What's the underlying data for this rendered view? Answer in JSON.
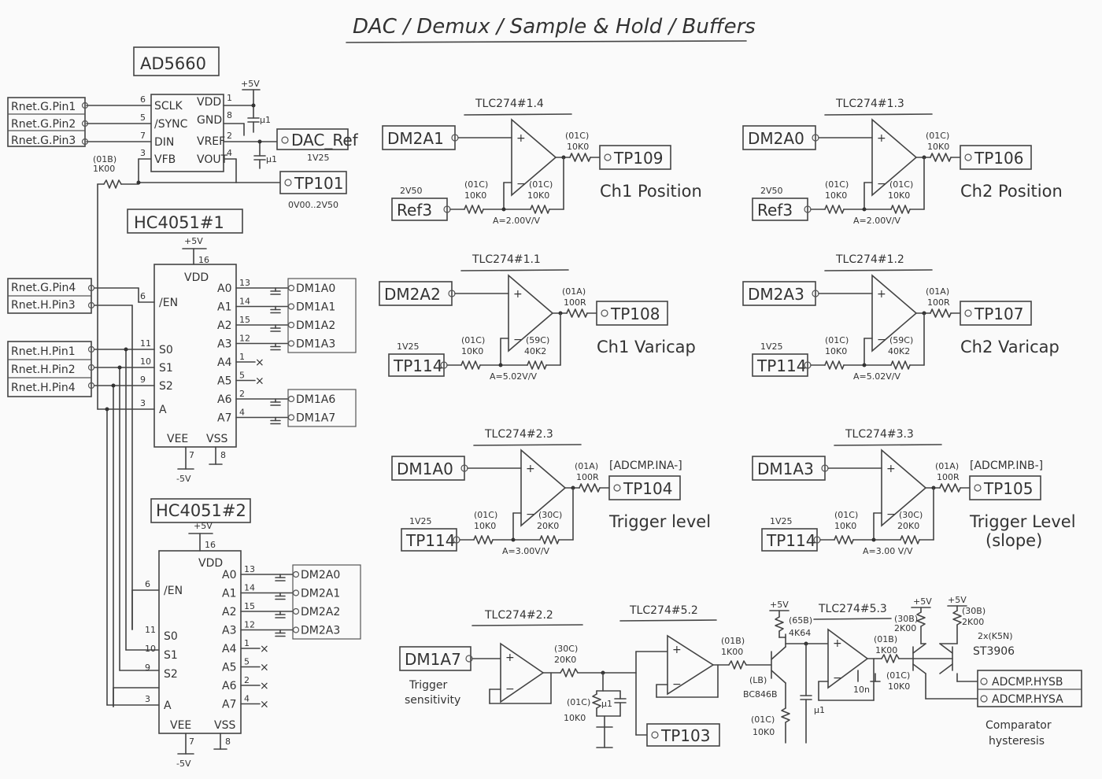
{
  "title": "DAC / Demux / Sample & Hold / Buffers",
  "dac": {
    "name": "AD5660",
    "pins_left": [
      {
        "num": "6",
        "name": "SCLK"
      },
      {
        "num": "5",
        "name": "/SYNC"
      },
      {
        "num": "7",
        "name": "DIN"
      },
      {
        "num": "3",
        "name": "VFB"
      }
    ],
    "pins_right": [
      {
        "num": "1",
        "name": "VDD"
      },
      {
        "num": "8",
        "name": "GND"
      },
      {
        "num": "2",
        "name": "VREF"
      },
      {
        "num": "4",
        "name": "VOUT"
      }
    ],
    "inputs": [
      "Rnet.G.Pin1",
      "Rnet.G.Pin2",
      "Rnet.G.Pin3"
    ],
    "supply": "+5V",
    "cap": "µ1",
    "ref_label": "DAC_Ref",
    "ref_voltage": "1V25",
    "out_tp": "TP101",
    "out_range": "0V00..2V50",
    "fb_res_code": "(01B)",
    "fb_res_value": "1K00"
  },
  "mux1": {
    "name": "HC4051#1",
    "supply": "+5V",
    "vdd_pin": "16",
    "vdd": "VDD",
    "vee": "VEE",
    "vss": "VSS",
    "vee_pin": "7",
    "vss_pin": "8",
    "neg": "-5V",
    "left_pins": [
      {
        "num": "6",
        "name": "/EN"
      },
      {
        "num": "11",
        "name": "S0"
      },
      {
        "num": "10",
        "name": "S1"
      },
      {
        "num": "9",
        "name": "S2"
      },
      {
        "num": "3",
        "name": "A"
      }
    ],
    "right_pins": [
      {
        "num": "13",
        "name": "A0",
        "out": "DM1A0"
      },
      {
        "num": "14",
        "name": "A1",
        "out": "DM1A1"
      },
      {
        "num": "15",
        "name": "A2",
        "out": "DM1A2"
      },
      {
        "num": "12",
        "name": "A3",
        "out": "DM1A3"
      },
      {
        "num": "1",
        "name": "A4",
        "out": "x"
      },
      {
        "num": "5",
        "name": "A5",
        "out": "x"
      },
      {
        "num": "2",
        "name": "A6",
        "out": "DM1A6"
      },
      {
        "num": "4",
        "name": "A7",
        "out": "DM1A7"
      }
    ],
    "inputs": [
      "Rnet.G.Pin4",
      "Rnet.H.Pin3",
      "Rnet.H.Pin1",
      "Rnet.H.Pin2",
      "Rnet.H.Pin4"
    ]
  },
  "mux2": {
    "name": "HC4051#2",
    "supply": "+5V",
    "vdd_pin": "16",
    "vdd": "VDD",
    "vee": "VEE",
    "vss": "VSS",
    "vee_pin": "7",
    "vss_pin": "8",
    "neg": "-5V",
    "left_pins": [
      {
        "num": "6",
        "name": "/EN"
      },
      {
        "num": "11",
        "name": "S0"
      },
      {
        "num": "10",
        "name": "S1"
      },
      {
        "num": "9",
        "name": "S2"
      },
      {
        "num": "3",
        "name": "A"
      }
    ],
    "right_pins": [
      {
        "num": "13",
        "name": "A0",
        "out": "DM2A0"
      },
      {
        "num": "14",
        "name": "A1",
        "out": "DM2A1"
      },
      {
        "num": "15",
        "name": "A2",
        "out": "DM2A2"
      },
      {
        "num": "12",
        "name": "A3",
        "out": "DM2A3"
      },
      {
        "num": "1",
        "name": "A4",
        "out": "x"
      },
      {
        "num": "5",
        "name": "A5",
        "out": "x"
      },
      {
        "num": "2",
        "name": "A6",
        "out": "x"
      },
      {
        "num": "4",
        "name": "A7",
        "out": "x"
      }
    ]
  },
  "amps": [
    {
      "id": "a14",
      "name": "TLC274#1.4",
      "input": "DM2A1",
      "ref": "Ref3",
      "ref_v": "2V50",
      "r_in_code": "(01C)",
      "r_in_val": "10K0",
      "r_fb_code": "(01C)",
      "r_fb_val": "10K0",
      "gain": "A=2.00V/V",
      "r_out_code": "(01C)",
      "r_out_val": "10K0",
      "tp": "TP109",
      "desc": "Ch1 Position",
      "desc2": ""
    },
    {
      "id": "a13",
      "name": "TLC274#1.3",
      "input": "DM2A0",
      "ref": "Ref3",
      "ref_v": "2V50",
      "r_in_code": "(01C)",
      "r_in_val": "10K0",
      "r_fb_code": "(01C)",
      "r_fb_val": "10K0",
      "gain": "A=2.00V/V",
      "r_out_code": "(01C)",
      "r_out_val": "10K0",
      "tp": "TP106",
      "desc": "Ch2 Position",
      "desc2": ""
    },
    {
      "id": "a11",
      "name": "TLC274#1.1",
      "input": "DM2A2",
      "ref": "TP114",
      "ref_v": "1V25",
      "r_in_code": "(01C)",
      "r_in_val": "10K0",
      "r_fb_code": "(59C)",
      "r_fb_val": "40K2",
      "gain": "A=5.02V/V",
      "r_out_code": "(01A)",
      "r_out_val": "100R",
      "tp": "TP108",
      "desc": "Ch1 Varicap",
      "desc2": ""
    },
    {
      "id": "a12",
      "name": "TLC274#1.2",
      "input": "DM2A3",
      "ref": "TP114",
      "ref_v": "1V25",
      "r_in_code": "(01C)",
      "r_in_val": "10K0",
      "r_fb_code": "(59C)",
      "r_fb_val": "40K2",
      "gain": "A=5.02V/V",
      "r_out_code": "(01A)",
      "r_out_val": "100R",
      "tp": "TP107",
      "desc": "Ch2 Varicap",
      "desc2": ""
    },
    {
      "id": "a23",
      "name": "TLC274#2.3",
      "input": "DM1A0",
      "ref": "TP114",
      "ref_v": "1V25",
      "r_in_code": "(01C)",
      "r_in_val": "10K0",
      "r_fb_code": "(30C)",
      "r_fb_val": "20K0",
      "gain": "A=3.00V/V",
      "r_out_code": "(01A)",
      "r_out_val": "100R",
      "tp": "TP104",
      "net": "[ADCMP.INA-]",
      "desc": "Trigger level",
      "desc2": ""
    },
    {
      "id": "a33",
      "name": "TLC274#3.3",
      "input": "DM1A3",
      "ref": "TP114",
      "ref_v": "1V25",
      "r_in_code": "(01C)",
      "r_in_val": "10K0",
      "r_fb_code": "(30C)",
      "r_fb_val": "20K0",
      "gain": "A=3.00 V/V",
      "r_out_code": "(01A)",
      "r_out_val": "100R",
      "tp": "TP105",
      "net": "[ADCMP.INB-]",
      "desc": "Trigger Level",
      "desc2": "(slope)"
    }
  ],
  "hyst": {
    "buf1": "TLC274#2.2",
    "buf2": "TLC274#5.2",
    "buf3": "TLC274#5.3",
    "input": "DM1A7",
    "input_desc1": "Trigger",
    "input_desc2": "sensitivity",
    "r1_code": "(30C)",
    "r1_val": "20K0",
    "c1": "µ1",
    "r2_code": "(01C)",
    "r2_val": "10K0",
    "tp": "TP103",
    "rb_code": "(01B)",
    "rb_val": "1K00",
    "rc_code": "(65B)",
    "rc_val": "4K64",
    "tr_code": "(LB)",
    "tr_name": "BC846B",
    "re_code": "(01C)",
    "re_val": "10K0",
    "c2": "µ1",
    "c3": "10n",
    "r3_code": "(01C)",
    "r3_val": "10K0",
    "r4_code": "(01B)",
    "r4_val": "1K00",
    "r5_code": "(30B)",
    "r5_val": "2K00",
    "r6_code": "(30B)",
    "r6_val": "2K00",
    "pnp": "2x(K5N)",
    "pnp_name": "ST3906",
    "supply": "+5V",
    "out_b": "ADCMP.HYSB",
    "out_a": "ADCMP.HYSA",
    "desc1": "Comparator",
    "desc2": "hysteresis"
  }
}
